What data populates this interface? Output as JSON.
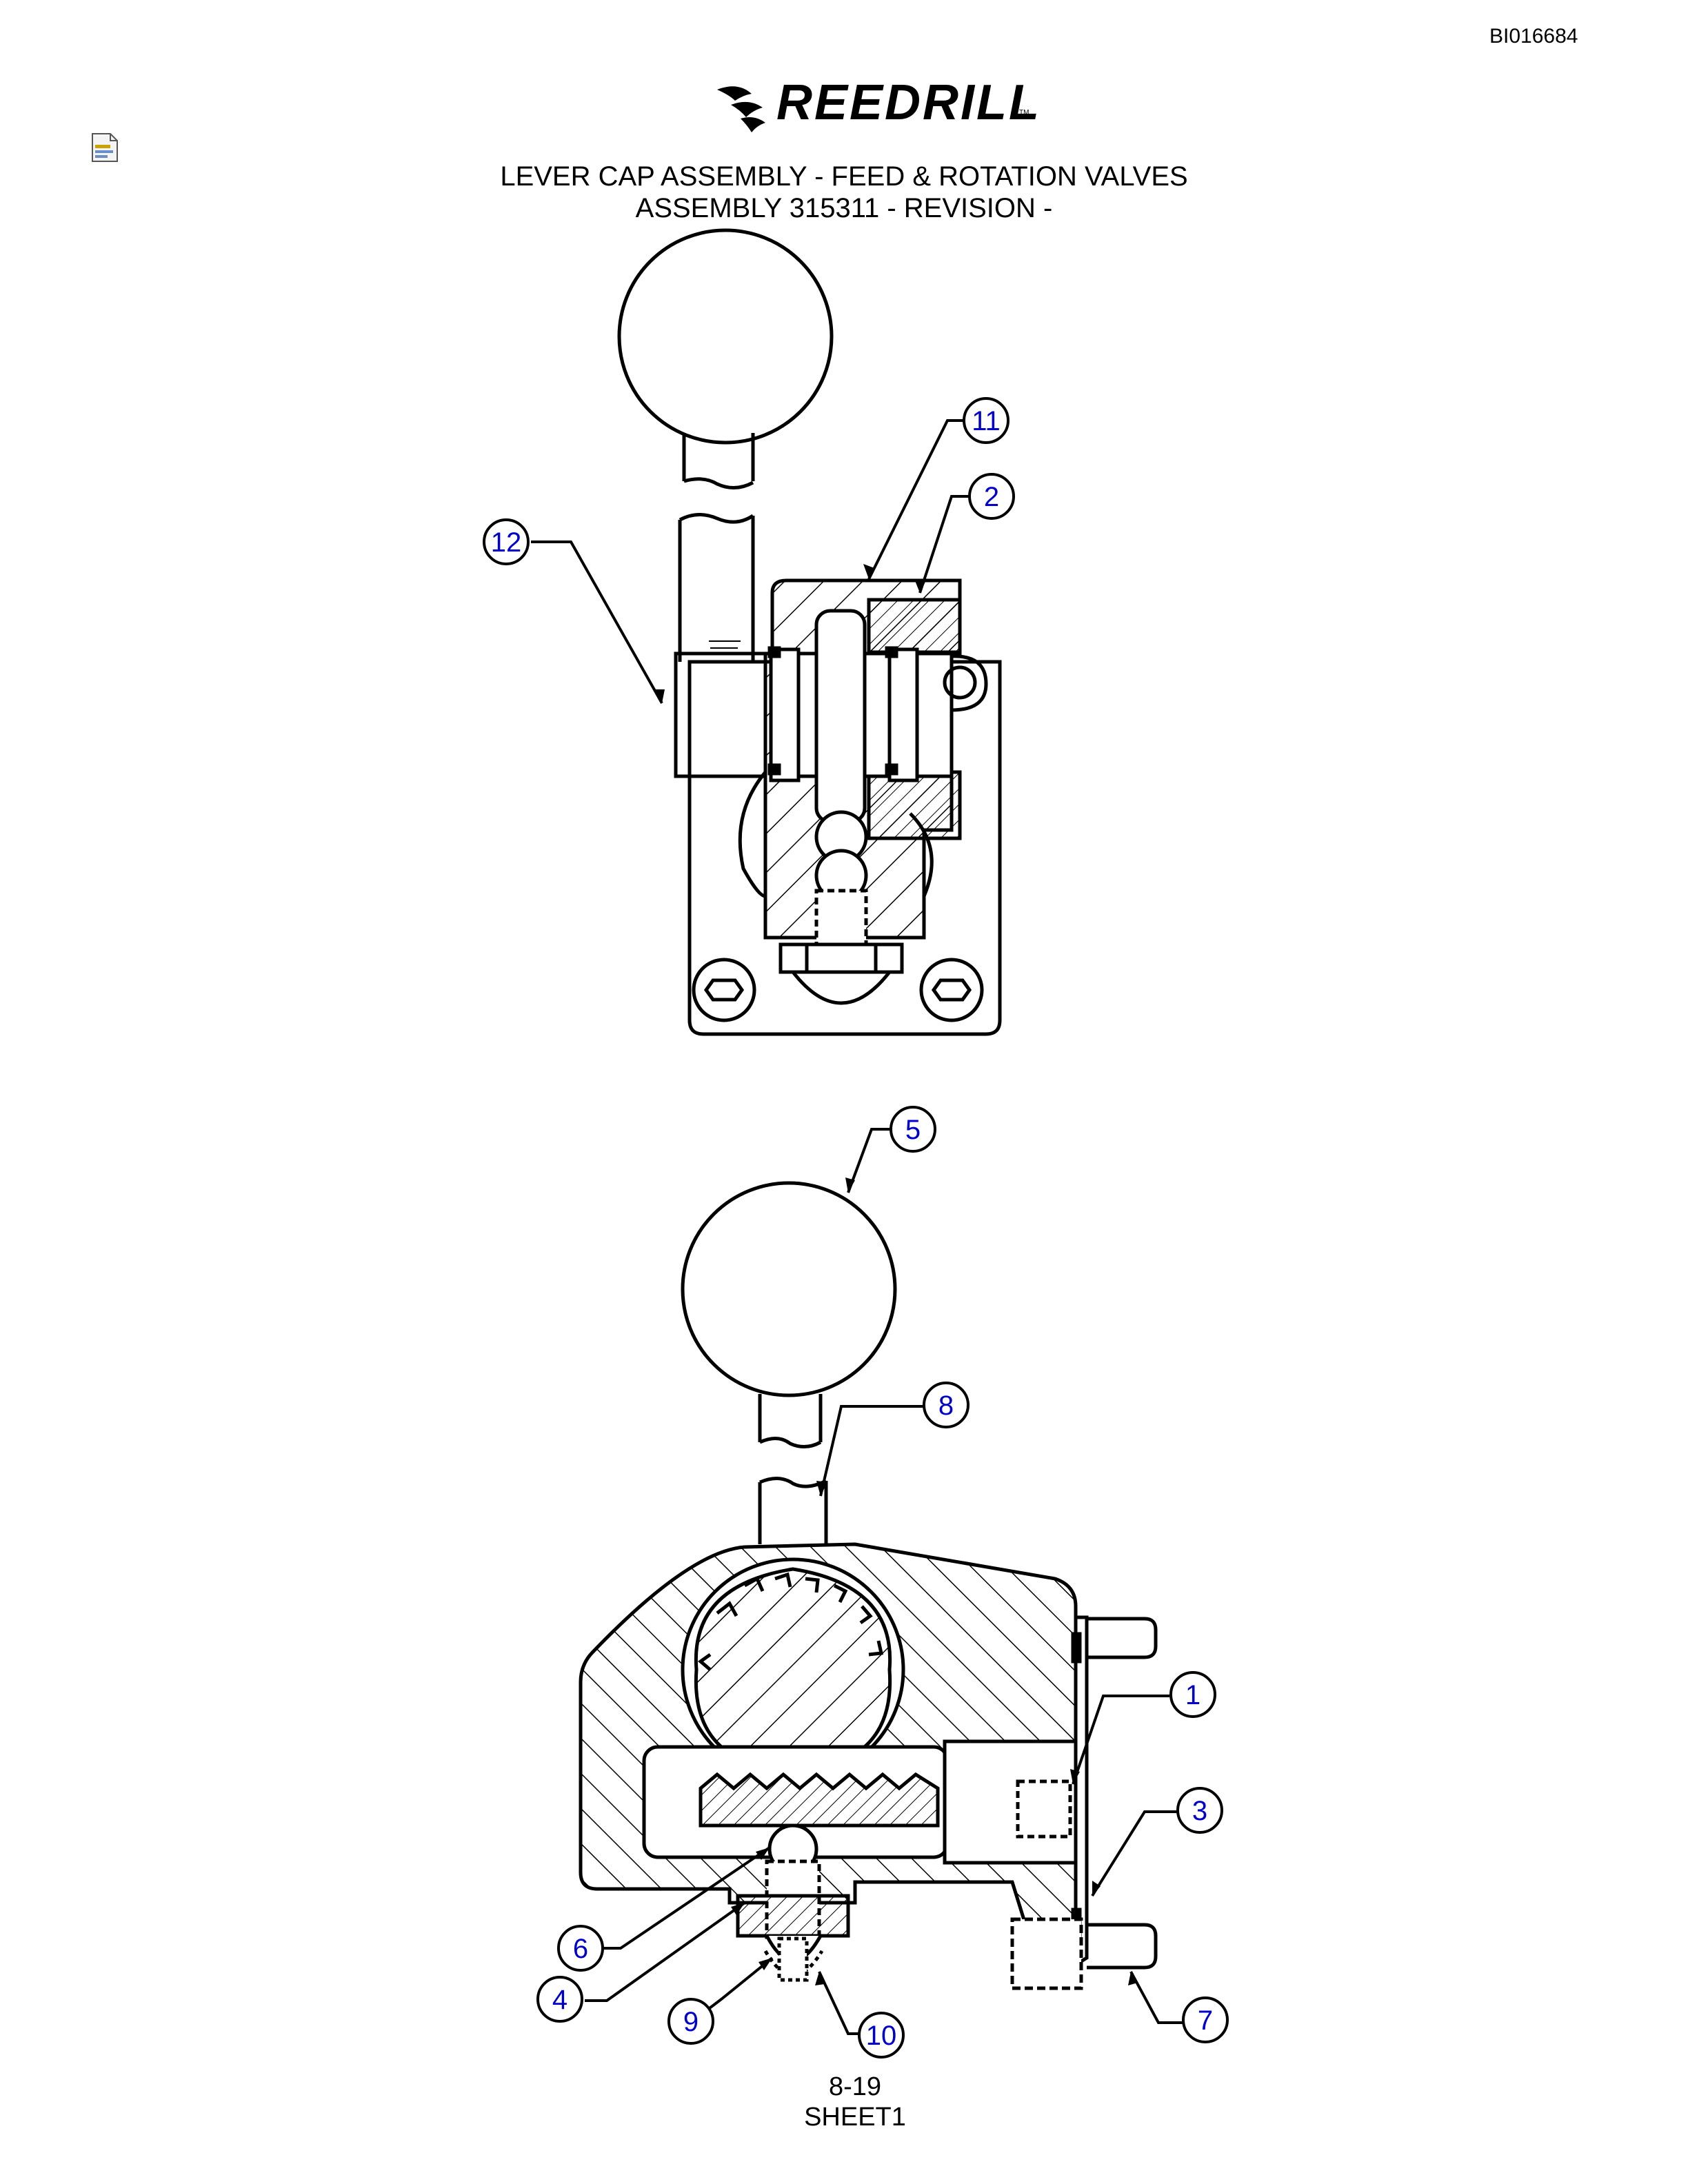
{
  "header": {
    "document_id": "BI016684",
    "brand": "REEDRILL",
    "brand_tm": "TM"
  },
  "title": {
    "line1": "LEVER CAP ASSEMBLY - FEED & ROTATION VALVES",
    "line2": "ASSEMBLY 315311 - REVISION -"
  },
  "callouts": {
    "c11": "11",
    "c2": "2",
    "c12": "12",
    "c5": "5",
    "c8": "8",
    "c1": "1",
    "c3": "3",
    "c6": "6",
    "c4": "4",
    "c9": "9",
    "c10": "10",
    "c7": "7"
  },
  "footer": {
    "page": "8-19",
    "sheet": "SHEET1"
  },
  "colors": {
    "callout_text": "#0000cc",
    "line": "#000000"
  }
}
